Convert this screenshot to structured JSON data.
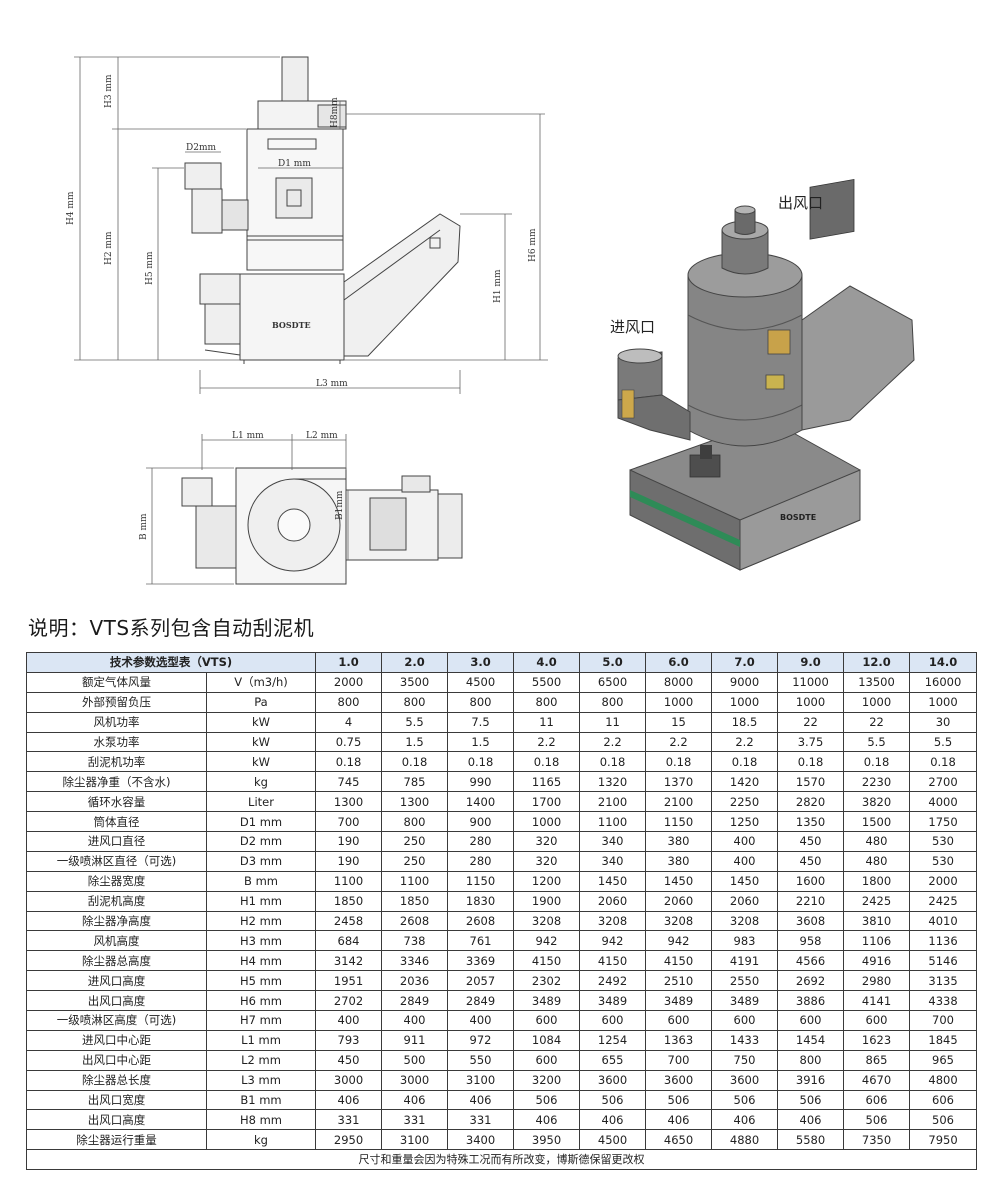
{
  "drawing": {
    "labels": {
      "outlet": "出风口",
      "inlet": "进风口",
      "brand": "BOSDTE",
      "dims": {
        "d1": "D1 mm",
        "d2": "D2mm",
        "h1": "H1 mm",
        "h2": "H2 mm",
        "h3": "H3 mm",
        "h4": "H4 mm",
        "h5": "H5 mm",
        "h6": "H6 mm",
        "h8": "H8mm",
        "l1": "L1 mm",
        "l2": "L2 mm",
        "l3": "L3 mm",
        "b": "B mm",
        "b1": "B1mm"
      }
    },
    "colors": {
      "line": "#555555",
      "body": "#7d7d7d",
      "body_dark": "#5b5b5b",
      "accent": "#2e8b57"
    }
  },
  "note": "说明：VTS系列包含自动刮泥机",
  "table": {
    "header_label": "技术参数选型表（VTS)",
    "models": [
      "1.0",
      "2.0",
      "3.0",
      "4.0",
      "5.0",
      "6.0",
      "7.0",
      "9.0",
      "12.0",
      "14.0"
    ],
    "rows": [
      {
        "name": "额定气体风量",
        "unit": "V（m3/h)",
        "values": [
          "2000",
          "3500",
          "4500",
          "5500",
          "6500",
          "8000",
          "9000",
          "11000",
          "13500",
          "16000"
        ]
      },
      {
        "name": "外部预留负压",
        "unit": "Pa",
        "values": [
          "800",
          "800",
          "800",
          "800",
          "800",
          "1000",
          "1000",
          "1000",
          "1000",
          "1000"
        ]
      },
      {
        "name": "风机功率",
        "unit": "kW",
        "values": [
          "4",
          "5.5",
          "7.5",
          "11",
          "11",
          "15",
          "18.5",
          "22",
          "22",
          "30"
        ]
      },
      {
        "name": "水泵功率",
        "unit": "kW",
        "values": [
          "0.75",
          "1.5",
          "1.5",
          "2.2",
          "2.2",
          "2.2",
          "2.2",
          "3.75",
          "5.5",
          "5.5"
        ]
      },
      {
        "name": "刮泥机功率",
        "unit": "kW",
        "values": [
          "0.18",
          "0.18",
          "0.18",
          "0.18",
          "0.18",
          "0.18",
          "0.18",
          "0.18",
          "0.18",
          "0.18"
        ]
      },
      {
        "name": "除尘器净重（不含水)",
        "unit": "kg",
        "values": [
          "745",
          "785",
          "990",
          "1165",
          "1320",
          "1370",
          "1420",
          "1570",
          "2230",
          "2700"
        ]
      },
      {
        "name": "循环水容量",
        "unit": "Liter",
        "values": [
          "1300",
          "1300",
          "1400",
          "1700",
          "2100",
          "2100",
          "2250",
          "2820",
          "3820",
          "4000"
        ]
      },
      {
        "name": "筒体直径",
        "unit": "D1 mm",
        "values": [
          "700",
          "800",
          "900",
          "1000",
          "1100",
          "1150",
          "1250",
          "1350",
          "1500",
          "1750"
        ]
      },
      {
        "name": "进风口直径",
        "unit": "D2 mm",
        "values": [
          "190",
          "250",
          "280",
          "320",
          "340",
          "380",
          "400",
          "450",
          "480",
          "530"
        ]
      },
      {
        "name": "一级喷淋区直径（可选)",
        "unit": "D3 mm",
        "values": [
          "190",
          "250",
          "280",
          "320",
          "340",
          "380",
          "400",
          "450",
          "480",
          "530"
        ]
      },
      {
        "name": "除尘器宽度",
        "unit": "B mm",
        "values": [
          "1100",
          "1100",
          "1150",
          "1200",
          "1450",
          "1450",
          "1450",
          "1600",
          "1800",
          "2000"
        ]
      },
      {
        "name": "刮泥机高度",
        "unit": "H1 mm",
        "values": [
          "1850",
          "1850",
          "1830",
          "1900",
          "2060",
          "2060",
          "2060",
          "2210",
          "2425",
          "2425"
        ]
      },
      {
        "name": "除尘器净高度",
        "unit": "H2 mm",
        "values": [
          "2458",
          "2608",
          "2608",
          "3208",
          "3208",
          "3208",
          "3208",
          "3608",
          "3810",
          "4010"
        ]
      },
      {
        "name": "风机高度",
        "unit": "H3 mm",
        "values": [
          "684",
          "738",
          "761",
          "942",
          "942",
          "942",
          "983",
          "958",
          "1106",
          "1136"
        ]
      },
      {
        "name": "除尘器总高度",
        "unit": "H4 mm",
        "values": [
          "3142",
          "3346",
          "3369",
          "4150",
          "4150",
          "4150",
          "4191",
          "4566",
          "4916",
          "5146"
        ]
      },
      {
        "name": "进风口高度",
        "unit": "H5 mm",
        "values": [
          "1951",
          "2036",
          "2057",
          "2302",
          "2492",
          "2510",
          "2550",
          "2692",
          "2980",
          "3135"
        ]
      },
      {
        "name": "出风口高度",
        "unit": "H6 mm",
        "values": [
          "2702",
          "2849",
          "2849",
          "3489",
          "3489",
          "3489",
          "3489",
          "3886",
          "4141",
          "4338"
        ]
      },
      {
        "name": "一级喷淋区高度（可选)",
        "unit": "H7 mm",
        "values": [
          "400",
          "400",
          "400",
          "600",
          "600",
          "600",
          "600",
          "600",
          "600",
          "700"
        ]
      },
      {
        "name": "进风口中心距",
        "unit": "L1 mm",
        "values": [
          "793",
          "911",
          "972",
          "1084",
          "1254",
          "1363",
          "1433",
          "1454",
          "1623",
          "1845"
        ]
      },
      {
        "name": "出风口中心距",
        "unit": "L2 mm",
        "values": [
          "450",
          "500",
          "550",
          "600",
          "655",
          "700",
          "750",
          "800",
          "865",
          "965"
        ]
      },
      {
        "name": "除尘器总长度",
        "unit": "L3 mm",
        "values": [
          "3000",
          "3000",
          "3100",
          "3200",
          "3600",
          "3600",
          "3600",
          "3916",
          "4670",
          "4800"
        ]
      },
      {
        "name": "出风口宽度",
        "unit": "B1 mm",
        "values": [
          "406",
          "406",
          "406",
          "506",
          "506",
          "506",
          "506",
          "506",
          "606",
          "606"
        ]
      },
      {
        "name": "出风口高度",
        "unit": "H8 mm",
        "values": [
          "331",
          "331",
          "331",
          "406",
          "406",
          "406",
          "406",
          "406",
          "506",
          "506"
        ]
      },
      {
        "name": "除尘器运行重量",
        "unit": "kg",
        "values": [
          "2950",
          "3100",
          "3400",
          "3950",
          "4500",
          "4650",
          "4880",
          "5580",
          "7350",
          "7950"
        ]
      }
    ],
    "footer": "尺寸和重量会因为特殊工况而有所改变，博斯德保留更改权"
  }
}
